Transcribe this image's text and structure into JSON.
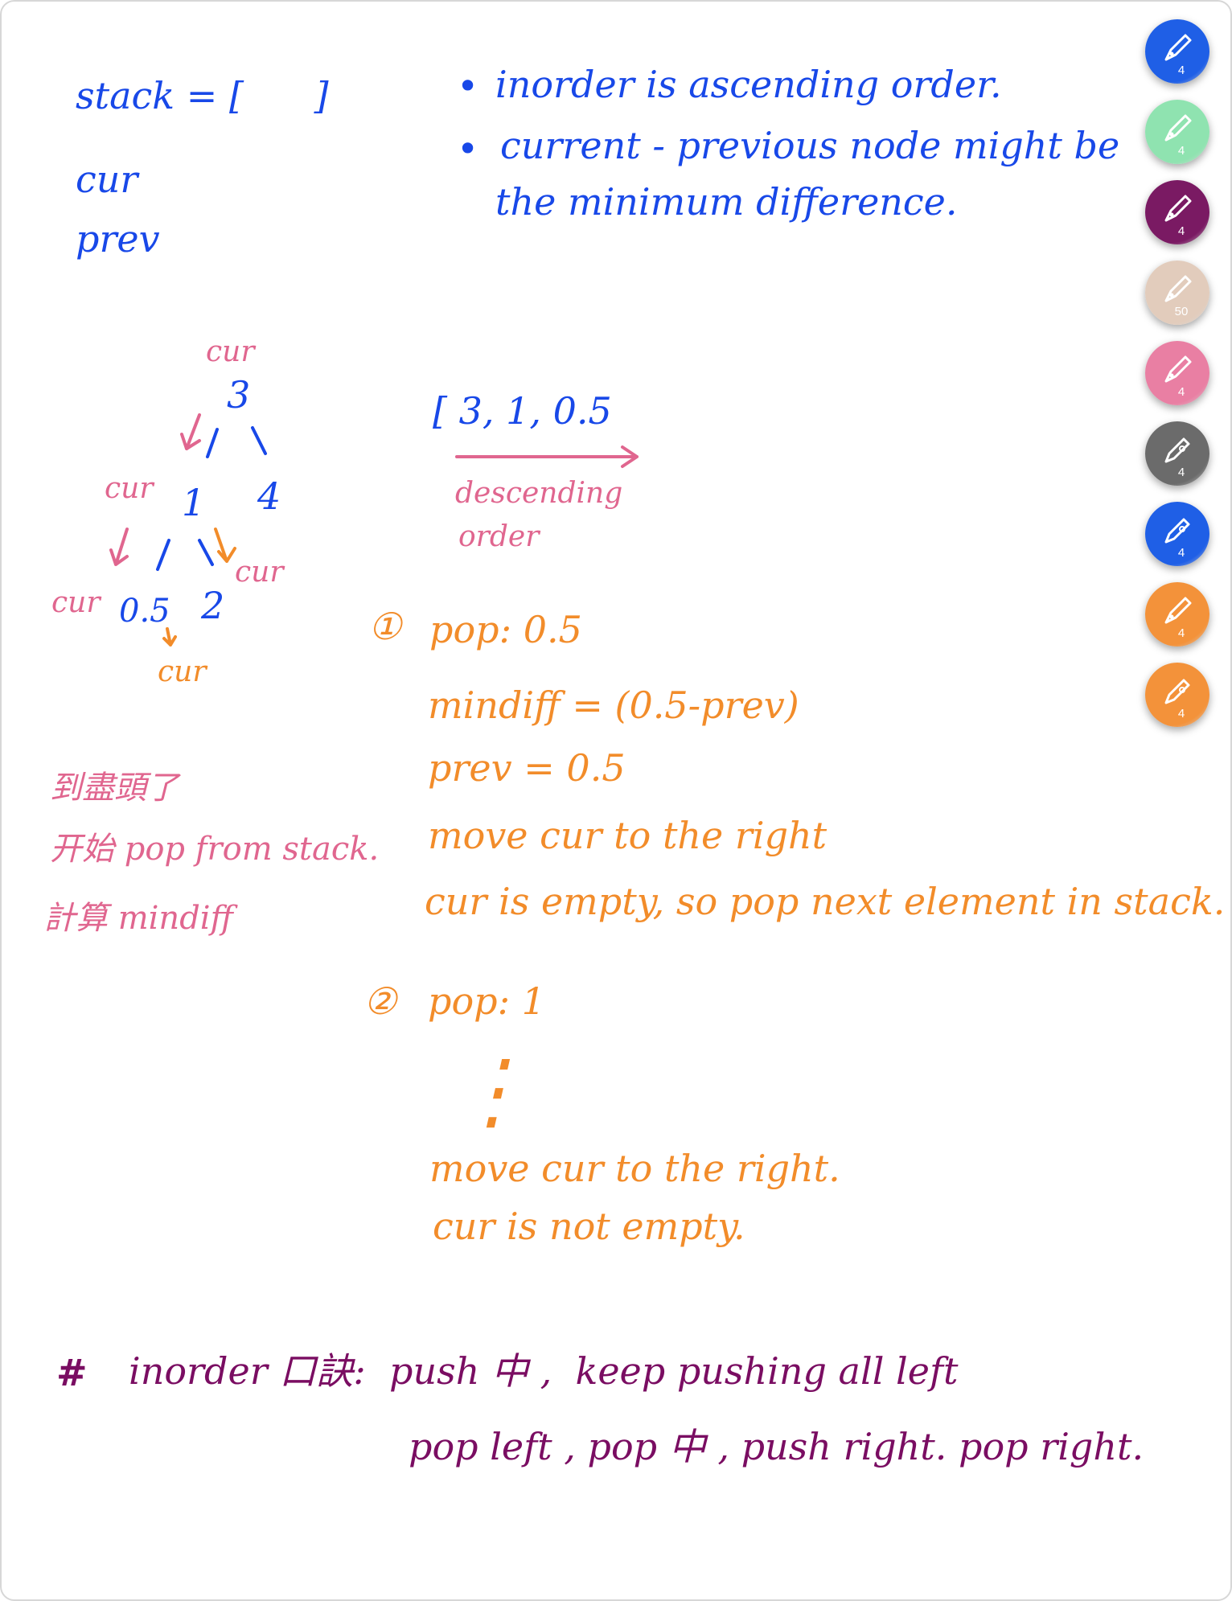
{
  "notes": {
    "top_left": {
      "stack": "stack = [      ]",
      "cur": "cur",
      "prev": "prev"
    },
    "top_right": {
      "bullet1": "inorder is ascending order.",
      "bullet2_line1": "current - previous node might be",
      "bullet2_line2": "the minimum difference."
    },
    "tree": {
      "root": "3",
      "left": "1",
      "right": "4",
      "left_left": "0.5",
      "left_right": "2",
      "cur_labels": [
        "cur",
        "cur",
        "cur",
        "cur",
        "cur"
      ]
    },
    "stack_state": {
      "values": "[ 3, 1, 0.5",
      "direction_line1": "descending",
      "direction_line2": "order"
    },
    "side_note": {
      "line1": "到盡頭了",
      "line2": "开始 pop from stack.",
      "line3": "計算 mindiff"
    },
    "step1": {
      "marker": "①",
      "pop": "pop: 0.5",
      "mindiff": "mindiff = (0.5-prev)",
      "prev": "prev = 0.5",
      "move": "move cur to the right",
      "empty": "cur is empty, so pop next element in stack."
    },
    "step2": {
      "marker": "②",
      "pop": "pop: 1",
      "ellipsis": "⋮",
      "move": "move cur to the right.",
      "not_empty": "cur is not empty."
    },
    "summary": {
      "marker": "#",
      "line1": "inorder 口訣:  push 中 ,  keep pushing all left",
      "line2": "pop left , pop 中 , push right. pop right."
    }
  },
  "palette": {
    "pens": [
      {
        "name": "fountain-pen",
        "color": "#1f5fe6",
        "size": "4"
      },
      {
        "name": "fountain-pen",
        "color": "#8fe3b0",
        "size": "4"
      },
      {
        "name": "fountain-pen",
        "color": "#7a1a63",
        "size": "4"
      },
      {
        "name": "fountain-pen",
        "color": "#e2ccbc",
        "size": "50"
      },
      {
        "name": "fountain-pen",
        "color": "#e97fa3",
        "size": "4"
      },
      {
        "name": "ballpoint-pen",
        "color": "#6b6b6b",
        "size": "4"
      },
      {
        "name": "ballpoint-pen",
        "color": "#1f5fe6",
        "size": "4"
      },
      {
        "name": "fountain-pen",
        "color": "#f3923a",
        "size": "4"
      },
      {
        "name": "ballpoint-pen",
        "color": "#f3923a",
        "size": "4"
      }
    ]
  },
  "colors": {
    "blue": "#1848e8",
    "pink": "#e0668f",
    "orange": "#f28c2a",
    "purple": "#7a0d62"
  }
}
